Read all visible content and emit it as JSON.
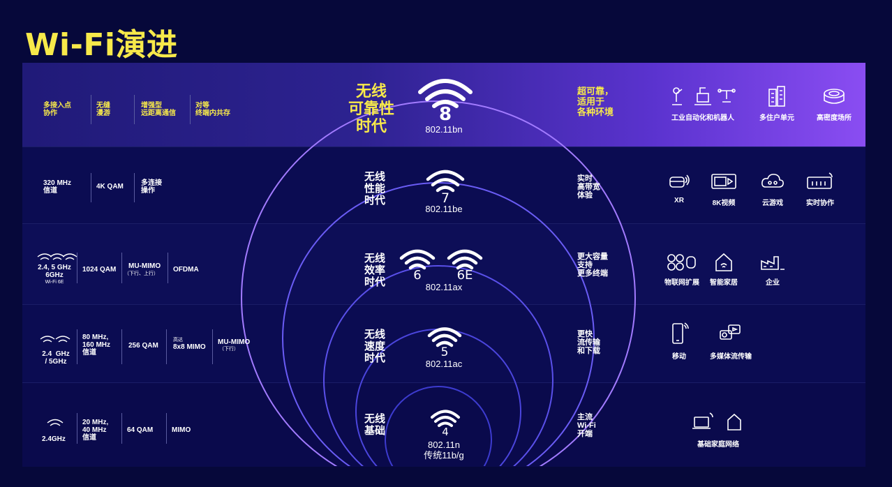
{
  "title": "Wi-Fi演进",
  "rows": [
    {
      "features": [
        "多接入点\n协作",
        "无缝\n漫游",
        "增强型\n远距离通信",
        "对等\n终端内共存"
      ],
      "era": "无线\n可靠性\n时代",
      "badge": "8",
      "standard": "802.11bn",
      "benefit": "超可靠，\n适用于\n各种环境",
      "apps": [
        "工业自动化和机器人",
        "多住户单元",
        "高密度场所"
      ]
    },
    {
      "features": [
        "320 MHz\n信道",
        "4K QAM",
        "多连接\n操作"
      ],
      "era": "无线\n性能\n时代",
      "badge": "7",
      "standard": "802.11be",
      "benefit": "实时\n高带宽\n体验",
      "apps": [
        "XR",
        "8K视频",
        "云游戏",
        "实时协作"
      ]
    },
    {
      "band": "2.4, 5 GHz\n6GHz",
      "band_sub": "Wi-Fi 6E",
      "features": [
        "1024 QAM",
        "MU-MIMO",
        "OFDMA"
      ],
      "mumimo_sub": "（下行、上行）",
      "era": "无线\n效率\n时代",
      "badge": "6",
      "badge2": "6E",
      "standard": "802.11ax",
      "benefit": "更大容量\n支持\n更多终端",
      "apps": [
        "物联网扩展",
        "智能家居",
        "企业"
      ]
    },
    {
      "band": "2.4  GHz\n/ 5GHz",
      "features": [
        "80 MHz,\n160 MHz\n信道",
        "256 QAM",
        "8x8 MIMO",
        "MU-MIMO"
      ],
      "mimo_prefix": "高达",
      "mumimo_sub": "（下行）",
      "era": "无线\n速度\n时代",
      "badge": "5",
      "standard": "802.11ac",
      "benefit": "更快\n流传输\n和下载",
      "apps": [
        "移动",
        "多媒体流传输"
      ]
    },
    {
      "band": "2.4GHz",
      "features": [
        "20 MHz,\n40 MHz\n信道",
        "64 QAM",
        "MIMO"
      ],
      "era": "无线\n基础",
      "badge": "4",
      "standard": "802.11n\n传统11b/g",
      "benefit": "主流\nWi-Fi\n开端",
      "apps": [
        "基础家庭网络"
      ]
    }
  ],
  "colors": {
    "title": "#f7e94a",
    "highlight": "#f7e94a",
    "circle": "#6a5cf5",
    "circle_outer": "#9b6cff",
    "background": "#06083a"
  }
}
